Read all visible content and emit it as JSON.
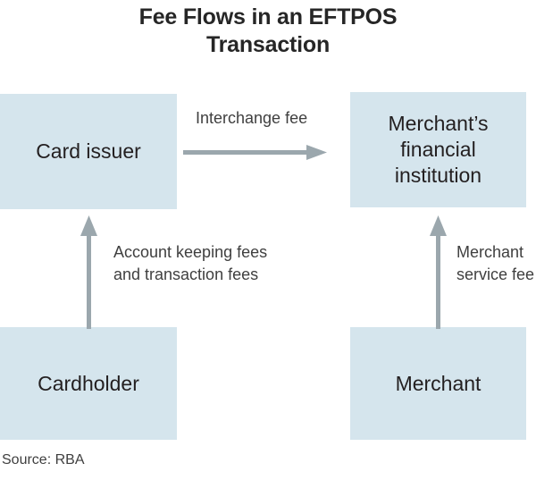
{
  "title": {
    "line1": "Fee Flows in an EFTPOS",
    "line2": "Transaction"
  },
  "diagram": {
    "type": "flow-diagram",
    "box_fill_color": "#d5e5ed",
    "arrow_color": "#9ba7ad",
    "text_color": "#231f20",
    "nodes": [
      {
        "id": "card-issuer",
        "label": "Card issuer"
      },
      {
        "id": "merchant-fi",
        "label_line1": "Merchant’s",
        "label_line2": "financial",
        "label_line3": "institution"
      },
      {
        "id": "cardholder",
        "label": "Cardholder"
      },
      {
        "id": "merchant",
        "label": "Merchant"
      }
    ],
    "flows": [
      {
        "id": "interchange",
        "from": "card-issuer",
        "to": "merchant-fi",
        "direction": "right",
        "label": "Interchange fee"
      },
      {
        "id": "account-fees",
        "from": "cardholder",
        "to": "card-issuer",
        "direction": "up",
        "label_line1": "Account keeping fees",
        "label_line2": "and transaction fees"
      },
      {
        "id": "merchant-service",
        "from": "merchant",
        "to": "merchant-fi",
        "direction": "up",
        "label_line1": "Merchant",
        "label_line2": "service fee"
      }
    ]
  },
  "source": "Source: RBA"
}
